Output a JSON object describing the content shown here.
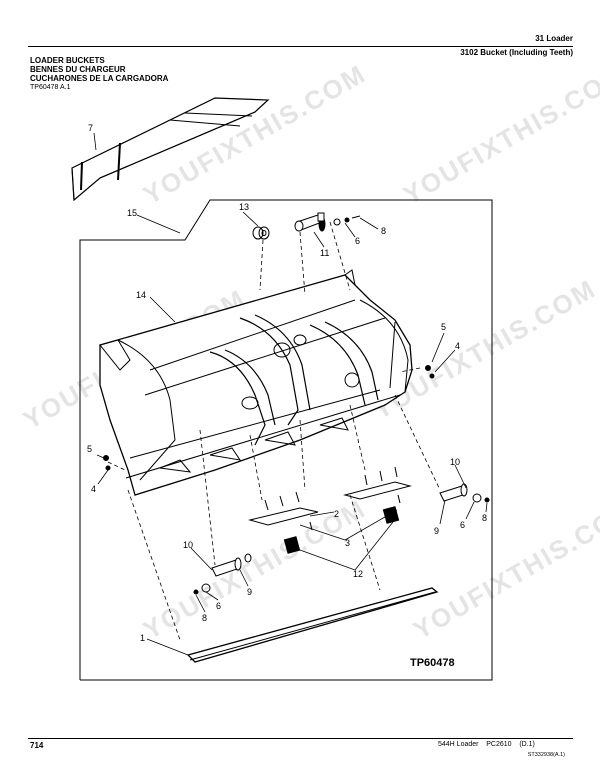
{
  "header": {
    "section": "31  Loader",
    "group": "3102  Bucket (Including Teeth)"
  },
  "titles": [
    "LOADER BUCKETS",
    "BENNES DU CHARGEUR",
    "CUCHARONES DE LA CARGADORA"
  ],
  "figure_ref": "TP60478 A.1",
  "figure_label": "TP60478",
  "callouts": [
    "1",
    "2",
    "3",
    "4",
    "5",
    "6",
    "7",
    "8",
    "9",
    "10",
    "11",
    "12",
    "13",
    "14",
    "15"
  ],
  "watermark": "YOUFIXTHIS.COM",
  "footer": {
    "page": "714",
    "model": "544H Loader    PC2610    (D.1)",
    "sheet": "ST332938(A.1)"
  }
}
